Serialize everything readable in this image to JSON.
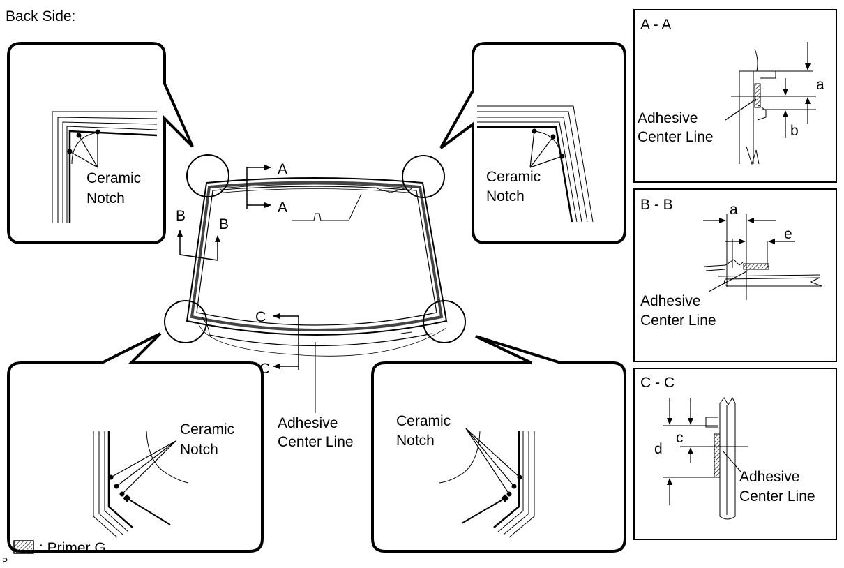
{
  "header": {
    "title": "Back Side:"
  },
  "callouts": {
    "top_left": {
      "line1": "Ceramic",
      "line2": "Notch"
    },
    "top_right": {
      "line1": "Ceramic",
      "line2": "Notch"
    },
    "bottom_left": {
      "line1": "Ceramic",
      "line2": "Notch"
    },
    "bottom_right": {
      "line1": "Ceramic",
      "line2": "Notch"
    }
  },
  "windshield": {
    "section_marks": {
      "a1": "A",
      "a2": "A",
      "b1": "B",
      "b2": "B",
      "c1": "C",
      "c2": "C"
    },
    "adhesive_label": {
      "line1": "Adhesive",
      "line2": "Center Line"
    }
  },
  "sections": {
    "aa": {
      "title": "A - A",
      "dim_a": "a",
      "dim_b": "b",
      "line1": "Adhesive",
      "line2": "Center Line"
    },
    "bb": {
      "title": "B - B",
      "dim_a": "a",
      "dim_e": "e",
      "line1": "Adhesive",
      "line2": "Center Line"
    },
    "cc": {
      "title": "C - C",
      "dim_c": "c",
      "dim_d": "d",
      "line1": "Adhesive",
      "line2": "Center Line"
    }
  },
  "legend": {
    "label": ": Primer G",
    "corner_mark": "P"
  }
}
